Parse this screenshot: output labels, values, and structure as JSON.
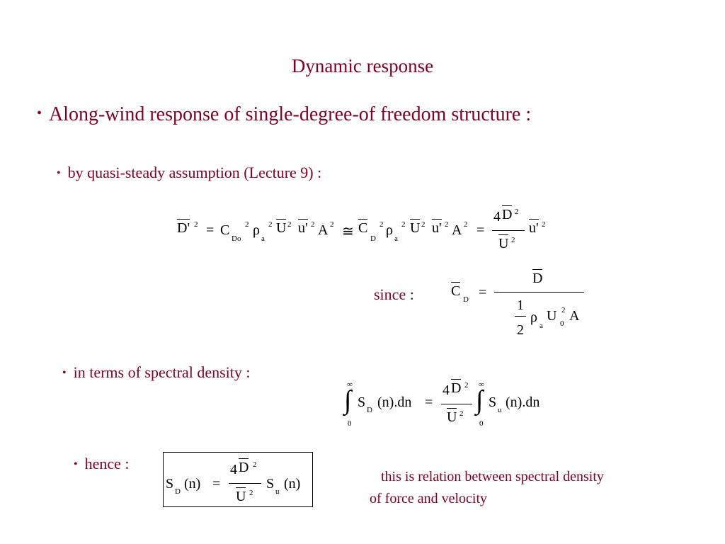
{
  "slide": {
    "title": "Dynamic response",
    "bullet_symbol": "•",
    "bullets": {
      "main": "Along-wind response of single-degree-of freedom structure  :",
      "quasi_steady": "by quasi-steady assumption (Lecture 9) :",
      "spectral": "in terms of spectral density :",
      "hence": "hence :"
    },
    "since_label": "since :",
    "note": {
      "line1": "this is relation between spectral density",
      "line2": "of force and velocity"
    },
    "colors": {
      "text": "#000000",
      "accent": "#80001f",
      "background": "#ffffff"
    }
  }
}
